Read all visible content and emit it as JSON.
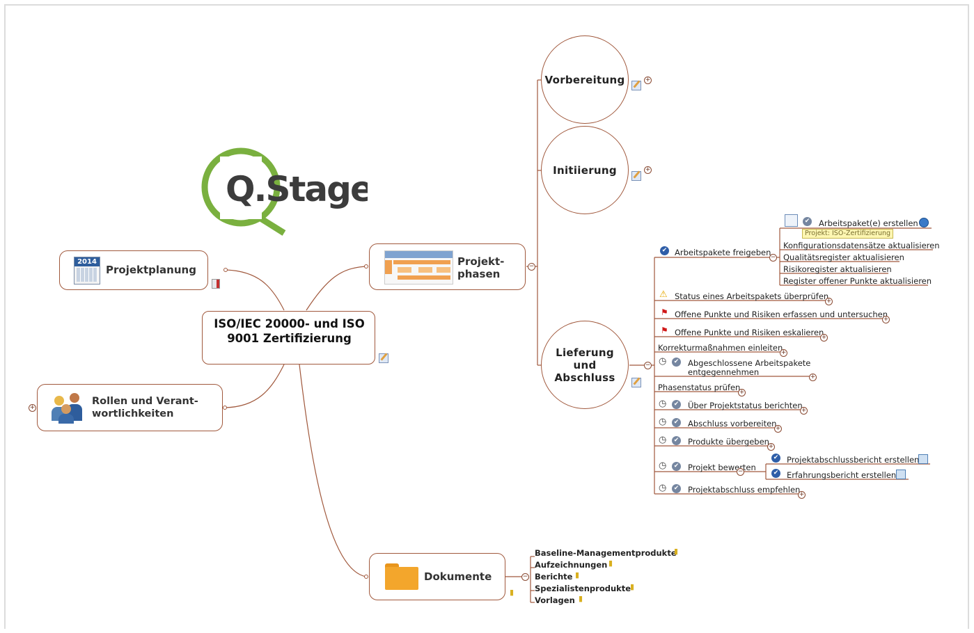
{
  "logo": {
    "text": "Q.Stage"
  },
  "center": {
    "title": "ISO/IEC 20000- und ISO 9001 Zertifizierung"
  },
  "left_topics": {
    "projektplanung": {
      "label": "Projektplanung",
      "calendar_year": "2014"
    },
    "rollen": {
      "label": "Rollen und Verant-wortlichkeiten"
    }
  },
  "projektphasen": {
    "label": "Projekt-phasen"
  },
  "dokumente": {
    "label": "Dokumente",
    "items": [
      "Baseline-Managementprodukte",
      "Aufzeichnungen",
      "Berichte",
      "Spezialistenprodukte",
      "Vorlagen"
    ]
  },
  "phases": {
    "vorbereitung": "Vorbereitung",
    "initiierung": "Initiierung",
    "lieferung": "Lieferung und Abschluss"
  },
  "arbeitspakete": {
    "label": "Arbeitspakete freigeben",
    "children": [
      "Arbeitspaket(e) erstellen",
      "Konfigurationsdatensätze aktualisieren",
      "Qualitätsregister aktualisieren",
      "Risikoregister aktualisieren",
      "Register offener Punkte aktualisieren"
    ],
    "tooltip": "Projekt: ISO-Zertifizierung"
  },
  "lieferung_items": {
    "status": "Status eines Arbeitspakets überprüfen",
    "offene_untersuchen": "Offene Punkte und Risiken erfassen und untersuchen",
    "offene_eskalieren": "Offene Punkte und Risiken eskalieren",
    "korrektur": "Korrekturmaßnahmen einleiten",
    "abgeschlossene_1": "Abgeschlossene Arbeitspakete",
    "abgeschlossene_2": "entgegennehmen",
    "phasenstatus": "Phasenstatus prüfen",
    "projektstatus": "Über Projektstatus berichten",
    "abschluss": "Abschluss vorbereiten",
    "produkte": "Produkte übergeben",
    "bewerten": "Projekt bewerten",
    "bewerten_children": [
      "Projektabschlussbericht erstellen",
      "Erfahrungsbericht erstellen"
    ],
    "empfehlen": "Projektabschluss empfehlen"
  },
  "colors": {
    "line": "#a0583c",
    "logo_green": "#7ab03f",
    "logo_dark": "#3c3c3c"
  }
}
